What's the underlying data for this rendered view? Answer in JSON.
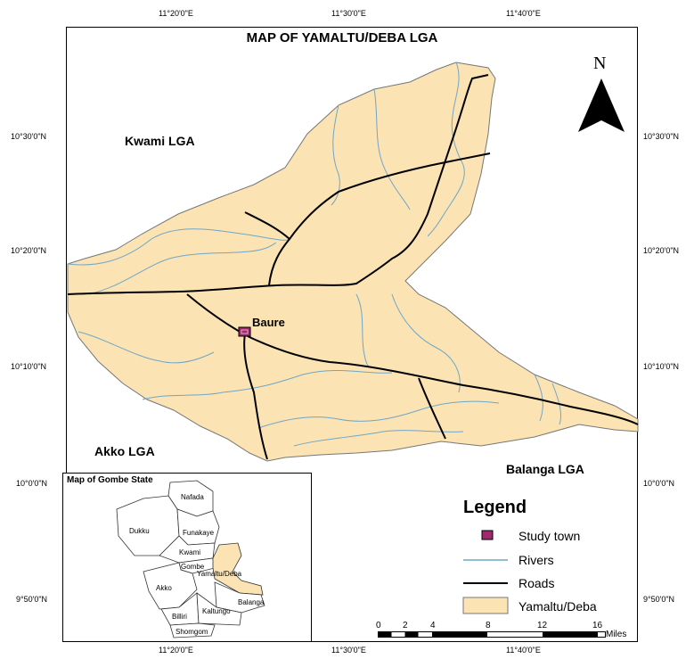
{
  "map": {
    "title": "MAP OF YAMALTU/DEBA LGA",
    "north_label": "N",
    "top_coords": [
      "11°20'0\"E",
      "11°30'0\"E",
      "11°40'0\"E"
    ],
    "bottom_coords": [
      "11°20'0\"E",
      "11°30'0\"E",
      "11°40'0\"E"
    ],
    "left_coords": [
      "10°30'0\"N",
      "10°20'0\"N",
      "10°10'0\"N",
      "10°0'0\"N",
      "9°50'0\"N"
    ],
    "right_coords": [
      "10°30'0\"N",
      "10°20'0\"N",
      "10°10'0\"N",
      "10°0'0\"N",
      "9°50'0\"N"
    ],
    "neighbors": {
      "kwami": "Kwami LGA",
      "akko": "Akko LGA",
      "balanga": "Balanga LGA"
    },
    "town": "Baure",
    "colors": {
      "lga_fill": "#fbe3b3",
      "river": "#6fa7c8",
      "road": "#000000",
      "town_marker": "#a0286e"
    }
  },
  "legend": {
    "title": "Legend",
    "items": [
      {
        "label": "Study town",
        "icon": "study-town-marker"
      },
      {
        "label": "Rivers",
        "icon": "river-line"
      },
      {
        "label": "Roads",
        "icon": "road-line"
      },
      {
        "label": "Yamaltu/Deba",
        "icon": "lga-fill-swatch"
      }
    ]
  },
  "scale": {
    "ticks": [
      "0",
      "2",
      "4",
      "8",
      "12",
      "16"
    ],
    "unit": "Miles"
  },
  "inset": {
    "title": "Map of Gombe State",
    "lgas": [
      "Nafada",
      "Dukku",
      "Funakaye",
      "Kwami",
      "Gombe",
      "Yamaltu/Deba",
      "Akko",
      "Balanga",
      "Billiri",
      "Kaltungo",
      "Shomgom"
    ]
  }
}
